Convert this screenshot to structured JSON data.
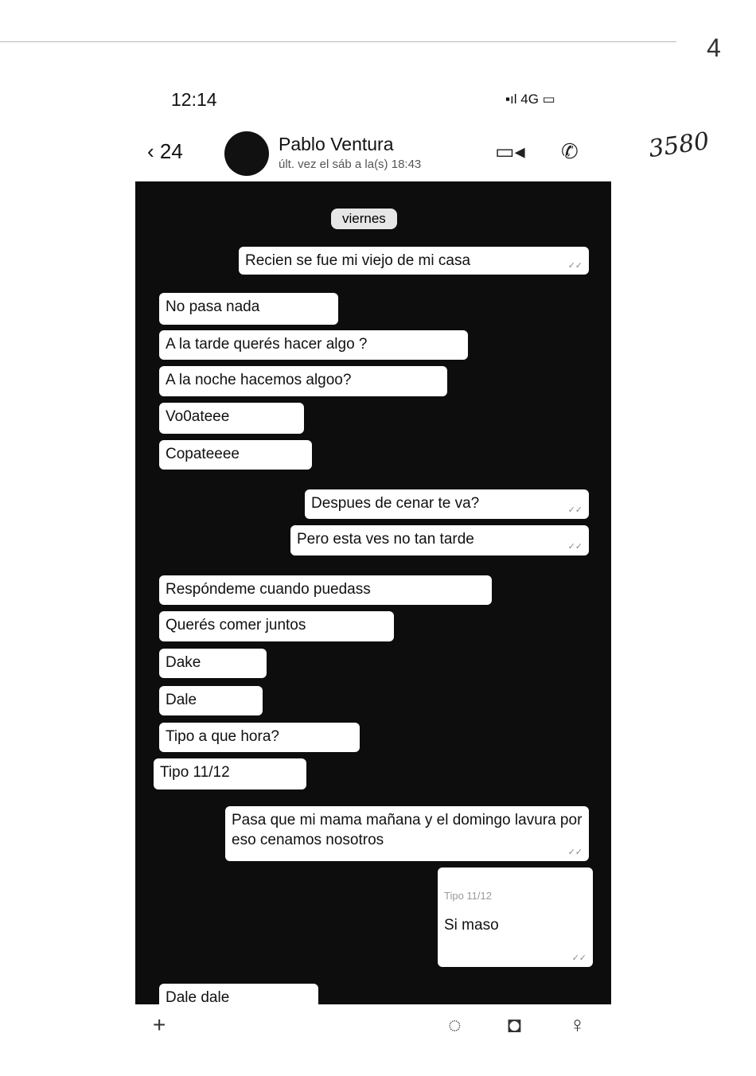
{
  "page_number": "4",
  "handwritten_note": "3580",
  "status_bar": {
    "time": "12:14",
    "network": "4G"
  },
  "header": {
    "back_count": "24",
    "contact_name": "Pablo Ventura",
    "last_seen": "últ. vez el sáb a la(s) 18:43"
  },
  "day_label": "viernes",
  "messages": [
    {
      "dir": "out",
      "text": "Recien se fue mi viejo de mi casa"
    },
    {
      "dir": "in",
      "text": "No pasa nada"
    },
    {
      "dir": "in",
      "text": "A la tarde querés hacer algo ?"
    },
    {
      "dir": "in",
      "text": "A la noche hacemos algoo?"
    },
    {
      "dir": "in",
      "text": "Vo0ateee"
    },
    {
      "dir": "in",
      "text": "Copateeee"
    },
    {
      "dir": "out",
      "text": "Despues de cenar te va?"
    },
    {
      "dir": "out",
      "text": "Pero esta ves no tan tarde"
    },
    {
      "dir": "in",
      "text": "Respóndeme cuando puedass"
    },
    {
      "dir": "in",
      "text": "Querés comer juntos"
    },
    {
      "dir": "in",
      "text": "Dake"
    },
    {
      "dir": "in",
      "text": "Dale"
    },
    {
      "dir": "in",
      "text": "Tipo a que hora?"
    },
    {
      "dir": "in",
      "text": "Tipo 11/12"
    },
    {
      "dir": "out",
      "text": "Pasa que mi mama mañana y el domingo lavura por eso cenamos nosotros"
    },
    {
      "dir": "out",
      "quoted": "Tipo 11/12",
      "text": "Si maso"
    },
    {
      "dir": "in",
      "text": "Dale dale"
    }
  ],
  "ticks": "✓✓"
}
